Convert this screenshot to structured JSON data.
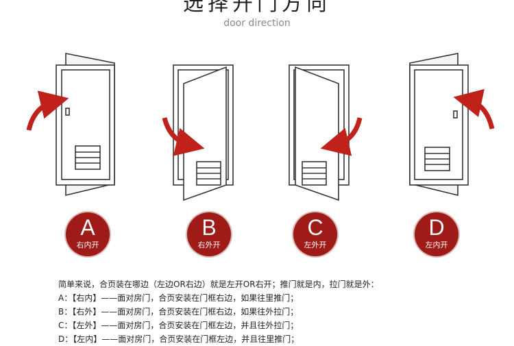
{
  "header": {
    "title": "选择开门方向",
    "subtitle": "door direction"
  },
  "accent_color": "#9e1b17",
  "options": [
    {
      "letter": "A",
      "label": "右内开"
    },
    {
      "letter": "B",
      "label": "右外开"
    },
    {
      "letter": "C",
      "label": "左外开"
    },
    {
      "letter": "D",
      "label": "左内开"
    }
  ],
  "explanation": {
    "intro": "简单来说，合页装在哪边（左边OR右边）就是左开OR右开；推门就是内，拉门就是外：",
    "lines": [
      "A：【右内】——面对房门，合页安装在门框右边，如果往里推门；",
      "B：【右外】——面对房门，合页安装在门框右边，如果往外拉门；",
      "C：【左外】——面对房门，合页安装在门框左边，并且往外拉门；",
      "D：【左内】——面对房门，合页安装在门框左边，并且往里推门；"
    ]
  }
}
